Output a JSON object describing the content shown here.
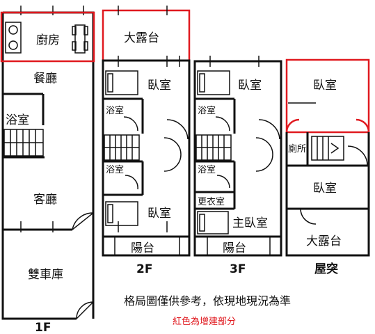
{
  "floors": {
    "f1": {
      "label": "1F",
      "rooms": {
        "kitchen": "廚房",
        "dining": "餐廳",
        "bath": "浴室",
        "living": "客廳",
        "garage": "雙車庫"
      }
    },
    "f2": {
      "label": "2F",
      "rooms": {
        "terrace": "大露台",
        "bedroom_top": "臥室",
        "bath_top": "浴室",
        "bath_mid": "浴室",
        "bedroom_bottom": "臥室",
        "balcony": "陽台"
      }
    },
    "f3": {
      "label": "3F",
      "rooms": {
        "bedroom": "臥室",
        "bath_top": "浴室",
        "bath_mid": "浴室",
        "closet": "更衣室",
        "master": "主臥室",
        "balcony": "陽台"
      }
    },
    "roof": {
      "label": "屋突",
      "rooms": {
        "bedroom_top": "臥室",
        "toilet": "廁所",
        "bedroom_mid": "臥室",
        "terrace": "大露台"
      }
    }
  },
  "notes": {
    "disclaimer": "格局圖僅供參考，依現地現況為準",
    "red_note": "紅色為增建部分"
  },
  "colors": {
    "addition": "#e0191f",
    "walls": "#111111"
  }
}
